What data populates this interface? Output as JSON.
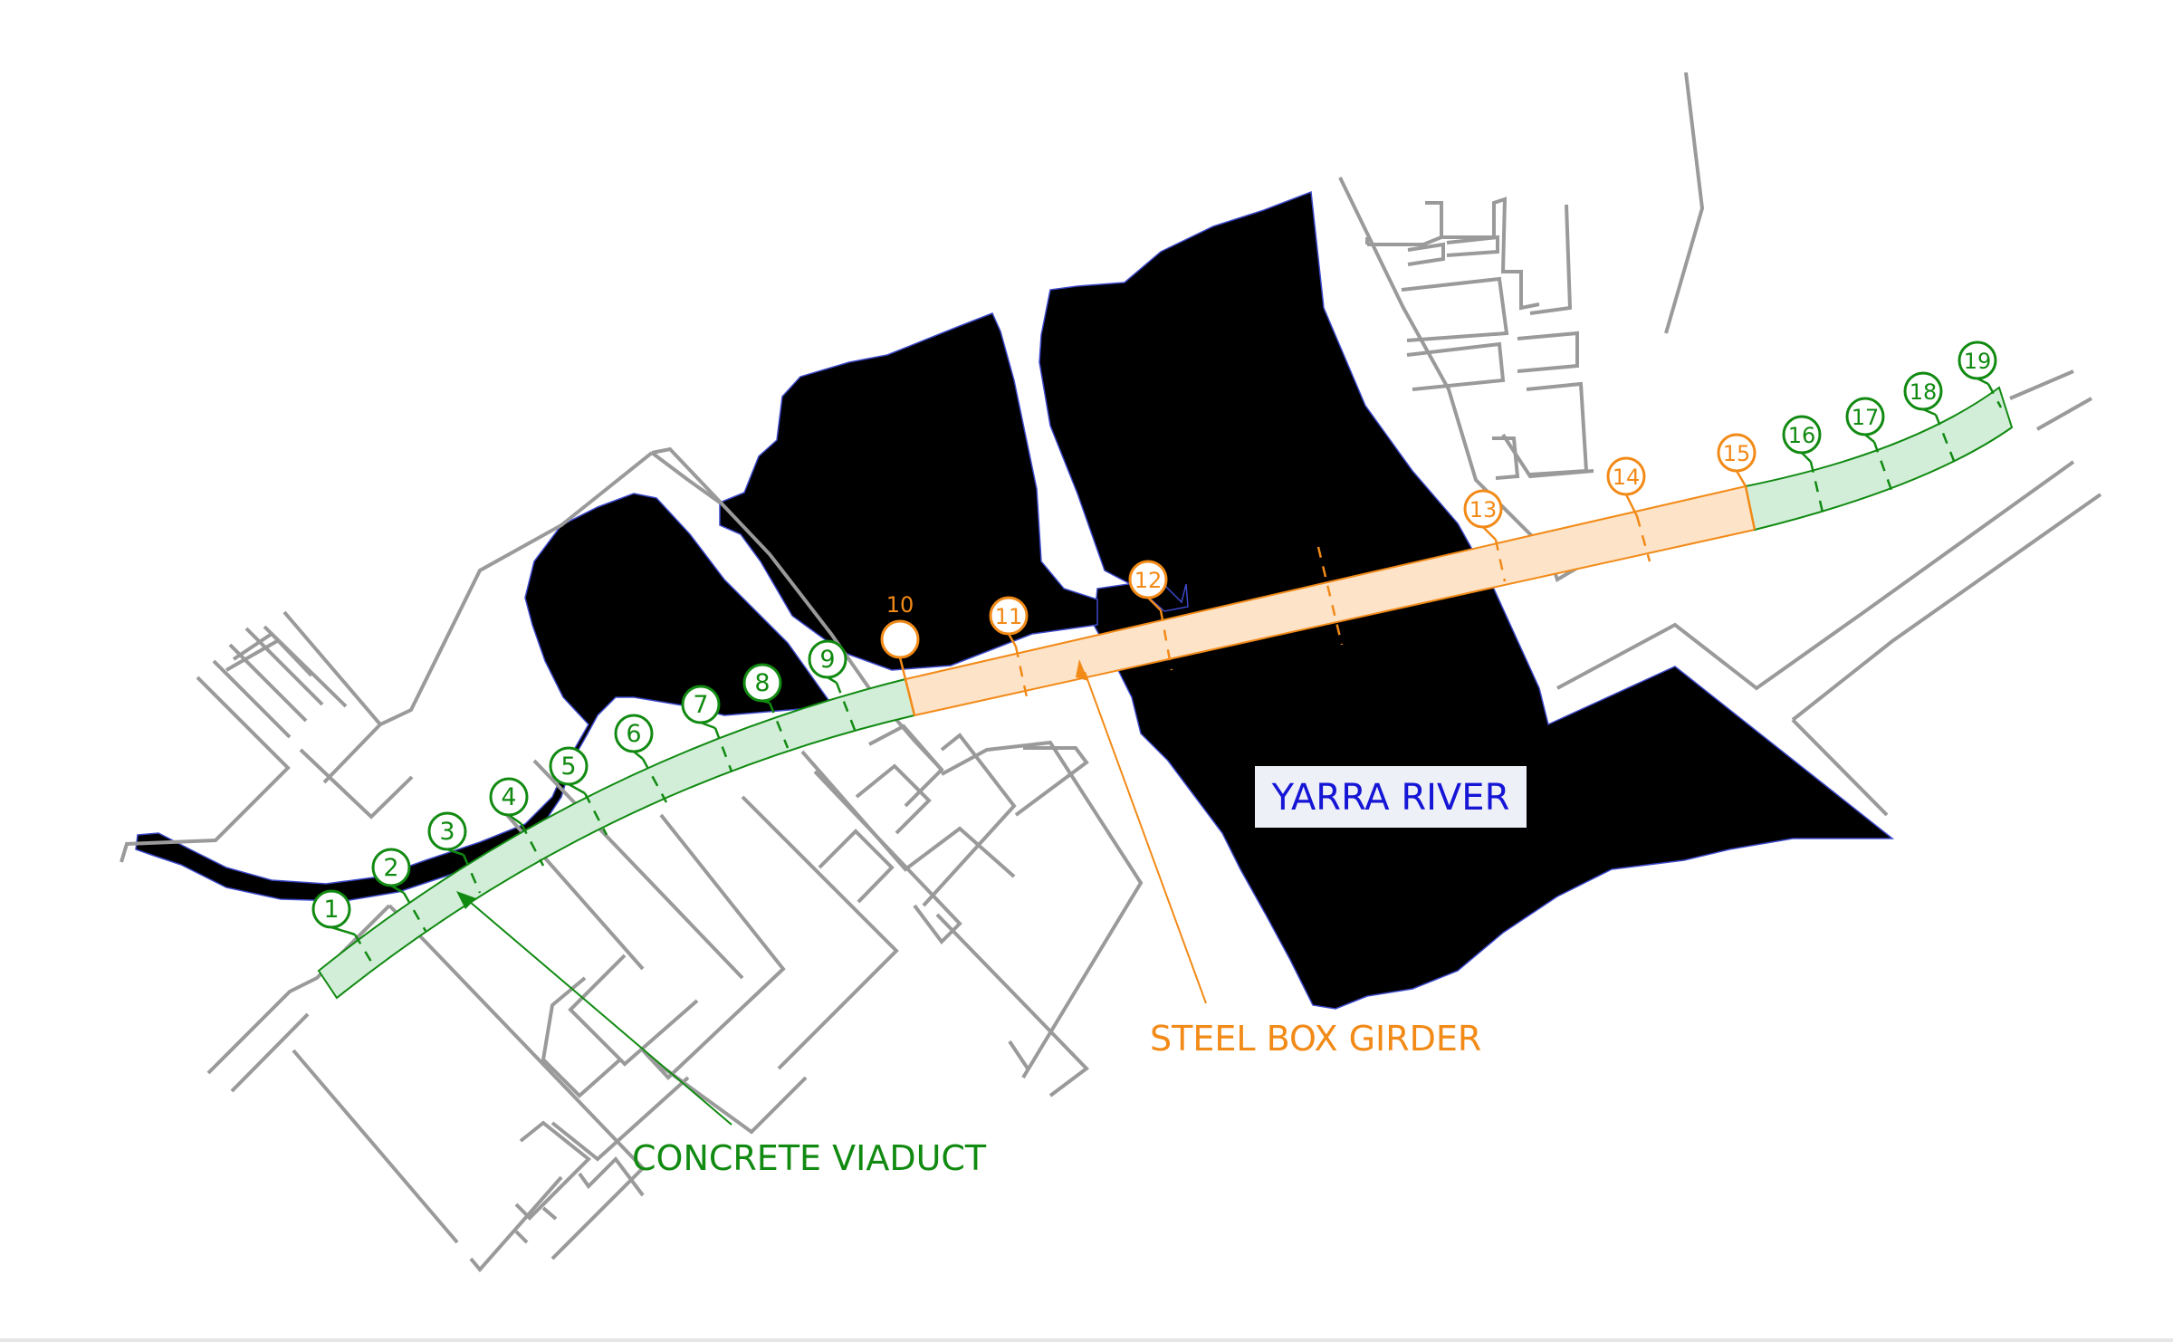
{
  "labels": {
    "river": "YARRA RIVER",
    "steel": "STEEL BOX GIRDER",
    "concrete": "CONCRETE VIADUCT"
  },
  "colors": {
    "concrete": "#118a11",
    "concrete_fill": "#d2eed9",
    "steel": "#f28a17",
    "steel_fill": "#fde3c8",
    "water_fill": "#e3e4fb",
    "water_stroke": "#3b48c8",
    "river_label_bg": "#eef0f8",
    "river_label_text": "#1515d6",
    "street": "#9a9a9a"
  },
  "spans": [
    {
      "num": "1",
      "type": "concrete"
    },
    {
      "num": "2",
      "type": "concrete"
    },
    {
      "num": "3",
      "type": "concrete"
    },
    {
      "num": "4",
      "type": "concrete"
    },
    {
      "num": "5",
      "type": "concrete"
    },
    {
      "num": "6",
      "type": "concrete"
    },
    {
      "num": "7",
      "type": "concrete"
    },
    {
      "num": "8",
      "type": "concrete"
    },
    {
      "num": "9",
      "type": "concrete"
    },
    {
      "num": "10",
      "type": "steel"
    },
    {
      "num": "11",
      "type": "steel"
    },
    {
      "num": "12",
      "type": "steel"
    },
    {
      "num": "13",
      "type": "steel"
    },
    {
      "num": "14",
      "type": "steel"
    },
    {
      "num": "15",
      "type": "steel"
    },
    {
      "num": "16",
      "type": "concrete"
    },
    {
      "num": "17",
      "type": "concrete"
    },
    {
      "num": "18",
      "type": "concrete"
    },
    {
      "num": "19",
      "type": "concrete"
    }
  ]
}
